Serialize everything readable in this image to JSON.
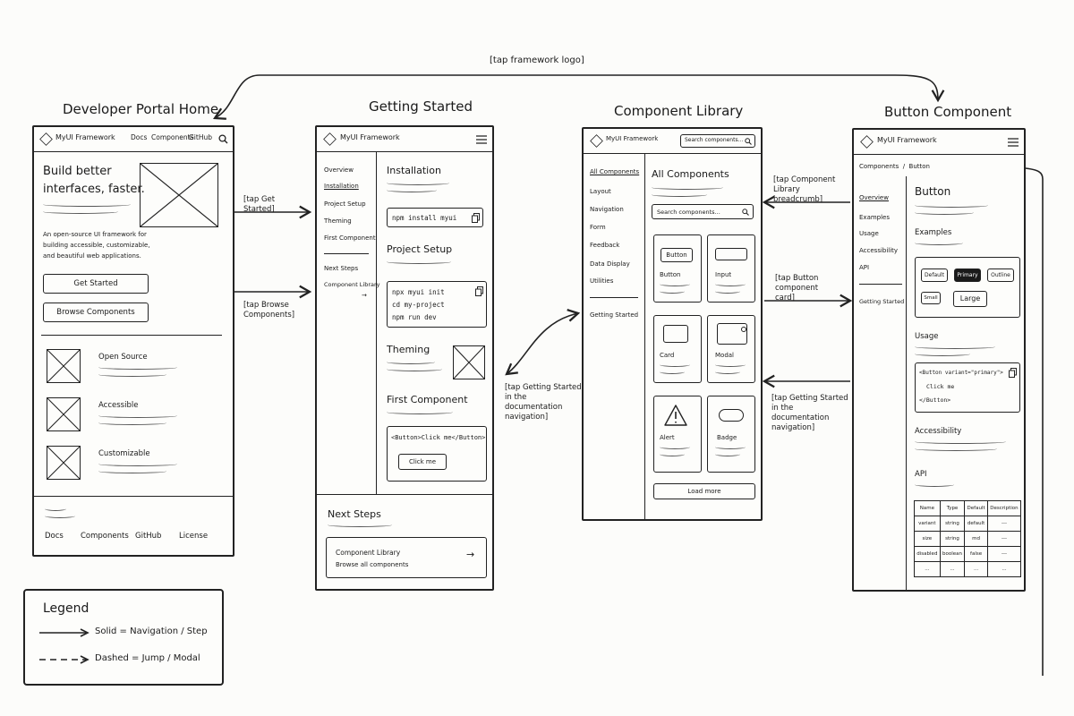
{
  "flow": {
    "top_label": "[tap framework logo]",
    "labels": {
      "get_started": "[tap Get Started]",
      "browse": "[tap Browse Components]",
      "docs_nav_a": "[tap Getting Started in the documentation navigation]",
      "breadcrumb": "[tap Component Library breadcrumb]",
      "card": "[tap Button component card]",
      "docs_nav_b": "[tap Getting Started in the documentation navigation]"
    }
  },
  "screens": {
    "home": {
      "title": "Developer Portal Home",
      "brand": "MyUI Framework",
      "nav": [
        "Docs",
        "Components",
        "GitHub"
      ],
      "hero_title_1": "Build better",
      "hero_title_2": "interfaces, faster.",
      "hero_desc_1": "An open-source UI framework for",
      "hero_desc_2": "building accessible, customizable,",
      "hero_desc_3": "and beautiful web applications.",
      "btn_get_started": "Get Started",
      "btn_browse": "Browse Components",
      "features": [
        "Open Source",
        "Accessible",
        "Customizable"
      ],
      "footer_links": [
        "Docs",
        "Components",
        "GitHub",
        "License"
      ]
    },
    "getting_started": {
      "title": "Getting Started",
      "brand": "MyUI Framework",
      "sidebar": [
        "Overview",
        "Installation",
        "Project Setup",
        "Theming",
        "First Component"
      ],
      "sidebar_next": "Next Steps",
      "sidebar_next_link": "Component Library",
      "h_install": "Installation",
      "cmd_install": "npm install myui",
      "h_setup": "Project Setup",
      "setup_lines": [
        "npx myui init",
        "cd my-project",
        "npm run dev"
      ],
      "h_theming": "Theming",
      "h_first": "First Component",
      "first_code": "<Button>Click me</Button>",
      "first_btn": "Click me",
      "next_title": "Next Steps",
      "next_card_title": "Component Library",
      "next_card_desc": "Browse all components"
    },
    "library": {
      "title": "Component Library",
      "brand": "MyUI Framework",
      "search_placeholder": "Search components...",
      "sidebar": [
        "All Components",
        "Layout",
        "Navigation",
        "Form",
        "Feedback",
        "Data Display",
        "Utilities"
      ],
      "sidebar_bottom": "Getting Started",
      "heading": "All Components",
      "inner_search": "Search components...",
      "cards": [
        "Button",
        "Input",
        "Card",
        "Modal",
        "Alert",
        "Badge"
      ],
      "button_card_inner": "Button",
      "load_more": "Load more"
    },
    "button": {
      "title": "Button Component",
      "brand": "MyUI Framework",
      "breadcrumb": "Components  /  Button",
      "sidebar": [
        "Overview",
        "Examples",
        "Usage",
        "Accessibility",
        "API"
      ],
      "sidebar_bottom": "Getting Started",
      "heading": "Button",
      "h_examples": "Examples",
      "examples": [
        "Default",
        "Primary",
        "Outline",
        "Small",
        "Large"
      ],
      "h_usage": "Usage",
      "usage_lines": [
        "<Button variant=\"primary\">",
        "Click me",
        "</Button>"
      ],
      "h_a11y": "Accessibility",
      "h_api": "API",
      "api_headers": [
        "Name",
        "Type",
        "Default",
        "Description"
      ],
      "api_rows": [
        [
          "variant",
          "string",
          "default",
          "---"
        ],
        [
          "size",
          "string",
          "md",
          "---"
        ],
        [
          "disabled",
          "boolean",
          "false",
          "---"
        ],
        [
          "...",
          "...",
          "...",
          "..."
        ]
      ]
    }
  },
  "legend": {
    "title": "Legend",
    "solid": "Solid = Navigation / Step",
    "dashed": "Dashed = Jump / Modal"
  },
  "colors": {
    "ink": "#222222",
    "paper": "#fcfcfa",
    "primary_fill": "#1a1a1a"
  }
}
